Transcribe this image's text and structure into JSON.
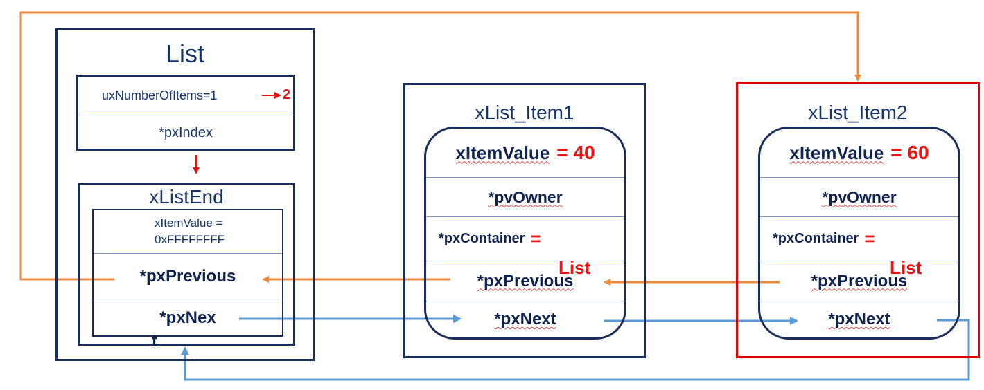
{
  "list": {
    "title": "List",
    "count_label": "uxNumberOfItems=1",
    "count_new": "2",
    "index_label": "*pxIndex"
  },
  "list_end": {
    "title": "xListEnd",
    "item_value_line1": "xItemValue =",
    "item_value_line2": "0xFFFFFFFF",
    "previous": "*pxPrevious",
    "next_part1": "*pxNex",
    "next_part2": "t"
  },
  "item1": {
    "title": "xList_Item1",
    "item_value": "xItemValue",
    "value_eq": "= 40",
    "owner": "*pvOwner",
    "container": "*pxContainer",
    "container_eq": "=",
    "container_val": "List",
    "previous": "*pxPrevious",
    "next": "*pxNext"
  },
  "item2": {
    "title": "xList_Item2",
    "item_value": "xItemValue",
    "value_eq": "= 60",
    "owner": "*pvOwner",
    "container": "*pxContainer",
    "container_eq": "=",
    "container_val": "List",
    "previous": "*pxPrevious",
    "next": "*pxNext"
  },
  "colors": {
    "navy": "#1a2e5c",
    "red": "#e00000",
    "orange": "#ed8a3e",
    "blue": "#5b9bd5"
  }
}
